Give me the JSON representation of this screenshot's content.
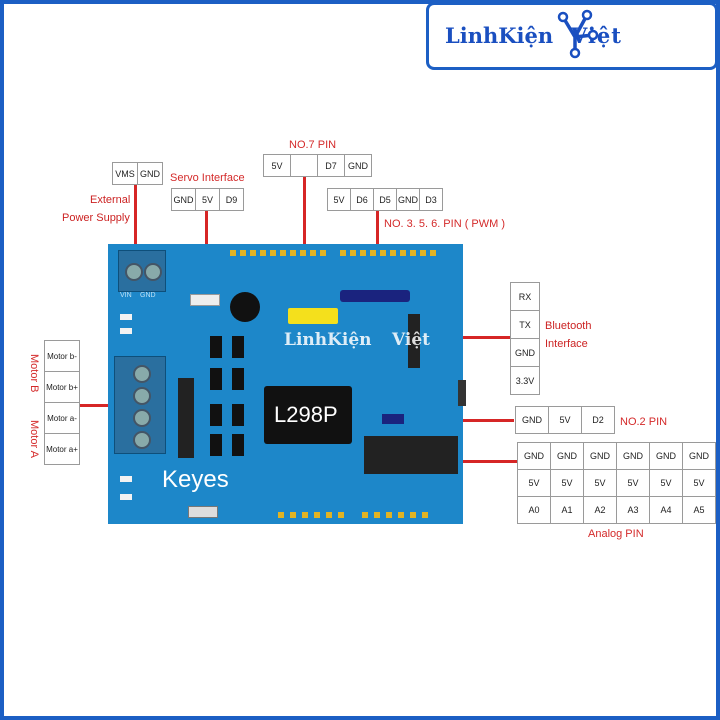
{
  "logo": {
    "text1": "LinhKiện",
    "text2": "Việt"
  },
  "labels": {
    "no7_pin": "NO.7 PIN",
    "servo_interface": "Servo Interface",
    "external_power_1": "External",
    "external_power_2": "Power Supply",
    "pwm_pins": "NO. 3. 5. 6. PIN ( PWM )",
    "bluetooth_1": "Bluetooth",
    "bluetooth_2": "Interface",
    "no2_pin": "NO.2 PIN",
    "analog_pin": "Analog PIN",
    "motor_b": "Motor B",
    "motor_a": "Motor A"
  },
  "tables": {
    "external_power": [
      "VMS",
      "GND"
    ],
    "servo": [
      "GND",
      "5V",
      "D9"
    ],
    "no7": [
      "5V",
      "",
      "D7",
      "GND"
    ],
    "pwm": [
      "5V",
      "D6",
      "D5",
      "GND",
      "D3"
    ],
    "bluetooth": [
      "RX",
      "TX",
      "GND",
      "3.3V"
    ],
    "no2": [
      "GND",
      "5V",
      "D2"
    ],
    "motor": [
      "Motor b-",
      "Motor b+",
      "Motor a-",
      "Motor a+"
    ],
    "analog": {
      "row1": [
        "GND",
        "GND",
        "GND",
        "GND",
        "GND",
        "GND"
      ],
      "row2": [
        "5V",
        "5V",
        "5V",
        "5V",
        "5V",
        "5V"
      ],
      "row3": [
        "A0",
        "A1",
        "A2",
        "A3",
        "A4",
        "A5"
      ]
    }
  },
  "board": {
    "chip_label": "L298P",
    "brand": "Keyes",
    "vin": "VIN",
    "gnd": "GND",
    "watermark1": "LinhKiện",
    "watermark2": "Việt"
  },
  "colors": {
    "wire": "#d62626",
    "board": "#1d87c9",
    "logo": "#1a4fc0",
    "frame": "#1c5fc4",
    "pin_yellow": "#e0b323"
  }
}
